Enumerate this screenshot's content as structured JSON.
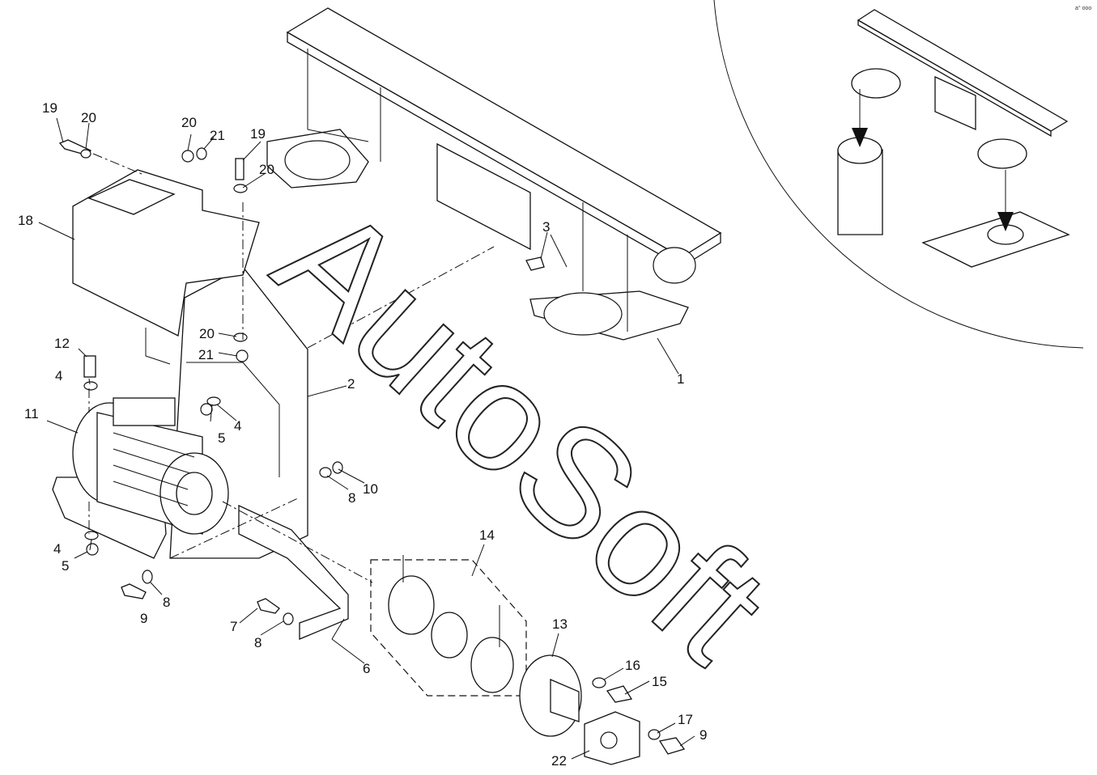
{
  "watermark": {
    "text": "AutoSoft"
  },
  "corner_mark": "a° ooo",
  "callouts": {
    "c1": "1",
    "c2": "2",
    "c3": "3",
    "c4a": "4",
    "c4b": "4",
    "c4c": "4",
    "c5a": "5",
    "c5b": "5",
    "c6": "6",
    "c7": "7",
    "c8a": "8",
    "c8b": "8",
    "c8c": "8",
    "c9a": "9",
    "c9b": "9",
    "c10": "10",
    "c11": "11",
    "c12": "12",
    "c13": "13",
    "c14": "14",
    "c15": "15",
    "c16": "16",
    "c17": "17",
    "c18": "18",
    "c19a": "19",
    "c19b": "19",
    "c20a": "20",
    "c20b": "20",
    "c20c": "20",
    "c20d": "20",
    "c21a": "21",
    "c21b": "21",
    "c22": "22"
  }
}
